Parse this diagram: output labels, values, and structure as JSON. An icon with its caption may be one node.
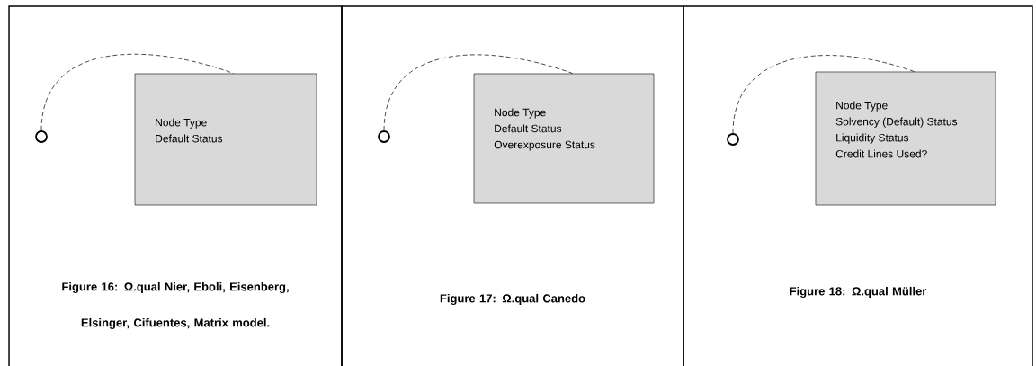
{
  "diagram": {
    "nodes": [
      {
        "text": [
          "Figure 16: Ω.qual Nier, Eboli, Eisenberg, Elsinger, Cifuentes, Matrix model."
        ]
      },
      {
        "text": [],
        "shape": "circle",
        "in": 0
      },
      {
        "text": [
          "Node Type",
          "Default Status"
        ],
        "in": 0
      },
      {
        "text": [
          "Figure 17: Ω.qual Canedo"
        ]
      },
      {
        "text": [],
        "shape": "circle",
        "in": 3
      },
      {
        "text": [
          "Node Type",
          "Default Status",
          "Overexposure Status"
        ],
        "in": 3
      },
      {
        "text": [
          "Figure 18: Ω.qual Müller"
        ]
      },
      {
        "text": [],
        "shape": "circle",
        "in": 6
      },
      {
        "text": [
          "Node Type",
          "Solvency (Default) Status",
          "Liquidity Status",
          "Credit Lines Used?"
        ],
        "in": 6
      }
    ],
    "edges": [
      {
        "from": 1,
        "to": 2,
        "arrow": "none",
        "style": "dashed"
      },
      {
        "from": 4,
        "to": 5,
        "arrow": "none",
        "style": "dashed"
      },
      {
        "from": 7,
        "to": 8,
        "arrow": "none",
        "style": "dashed"
      }
    ]
  }
}
